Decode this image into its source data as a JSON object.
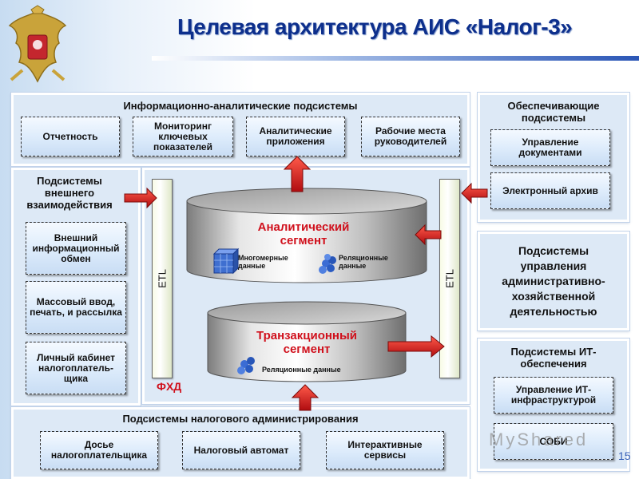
{
  "title": "Целевая архитектура АИС «Налог-3»",
  "info_panel": {
    "title": "Информационно-аналитические подсистемы",
    "items": [
      "Отчетность",
      "Мониторинг ключевых показателей",
      "Аналитические приложения",
      "Рабочие места руководителей"
    ]
  },
  "support_panel": {
    "title": "Обеспечивающие подсистемы",
    "items": [
      "Управление документами",
      "Электронный архив"
    ]
  },
  "external_panel": {
    "title": "Подсистемы внешнего взаимодействия",
    "items": [
      "Внешний информационный обмен",
      "Массовый ввод, печать, и рассылка",
      "Личный кабинет налогоплатель-щика"
    ]
  },
  "admin_box": {
    "title": "Подсистемы управления административно-хозяйственной деятельностью"
  },
  "it_panel": {
    "title": "Подсистемы ИТ-обеспечения",
    "items": [
      "Управление ИТ-инфраструктурой",
      "СОБИ"
    ]
  },
  "tax_admin_panel": {
    "title": "Подсистемы налогового администрирования",
    "items": [
      "Досье налогоплательщика",
      "Налоговый автомат",
      "Интерактивные сервисы"
    ]
  },
  "core": {
    "etl_left": "ETL",
    "etl_right": "ETL",
    "fxd_label": "ФХД",
    "analytic": {
      "title": "Аналитический сегмент",
      "multi": "Многомерные данные",
      "relational": "Реляционные данные"
    },
    "transaction": {
      "title": "Транзакционный сегмент",
      "relational": "Реляционные данные"
    }
  },
  "slide_number": "15",
  "watermark": "МyShared",
  "colors": {
    "title": "#0d2f8c",
    "panel_bg": "#dde9f6",
    "arrow": "#d0101c",
    "accent_blue": "#2b56b6"
  }
}
